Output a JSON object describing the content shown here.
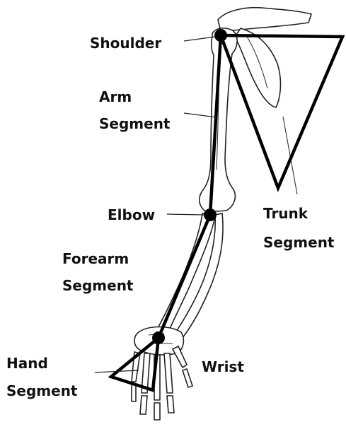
{
  "labels": {
    "shoulder": "Shoulder",
    "arm": [
      "Arm",
      "Segment"
    ],
    "elbow": "Elbow",
    "trunk": [
      "Trunk",
      "Segment"
    ],
    "forearm": [
      "Forearm",
      "Segment"
    ],
    "wrist": "Wrist",
    "hand": [
      "Hand",
      "Segment"
    ]
  },
  "colors": {
    "ink": "#111111",
    "background": "#ffffff",
    "joint": "#000000"
  }
}
